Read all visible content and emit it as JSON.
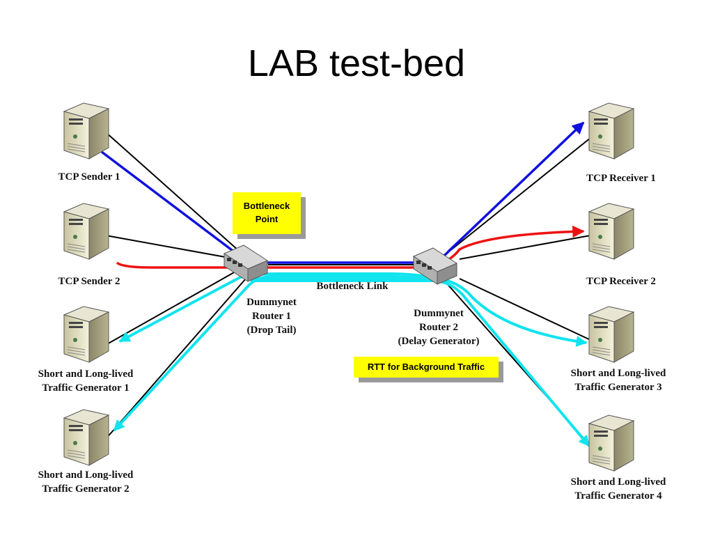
{
  "title": "LAB test-bed",
  "nodes": {
    "tcp_sender_1": "TCP Sender 1",
    "tcp_sender_2": "TCP Sender 2",
    "traffic_gen_1": [
      "Short and Long-lived",
      "Traffic Generator 1"
    ],
    "traffic_gen_2": [
      "Short and Long-lived",
      "Traffic Generator 2"
    ],
    "tcp_receiver_1": "TCP Receiver 1",
    "tcp_receiver_2": "TCP Receiver 2",
    "traffic_gen_3": [
      "Short and Long-lived",
      "Traffic Generator 3"
    ],
    "traffic_gen_4": [
      "Short and Long-lived",
      "Traffic Generator 4"
    ],
    "router_1": [
      "Dummynet",
      "Router 1",
      "(Drop Tail)"
    ],
    "router_2": [
      "Dummynet",
      "Router 2",
      "(Delay Generator)"
    ]
  },
  "link_label": "Bottleneck Link",
  "callouts": {
    "bottleneck_point": [
      "Bottleneck",
      "Point"
    ],
    "rtt_background": "RTT for Background Traffic"
  },
  "colors": {
    "tcp_flow_1": "#1010e0",
    "tcp_flow_2": "#ee1111",
    "background_traffic": "#11e4ee",
    "link": "#000000",
    "callout": "#ffff00"
  },
  "icons": {
    "host": "server-tower-icon",
    "router": "router-switch-icon"
  }
}
